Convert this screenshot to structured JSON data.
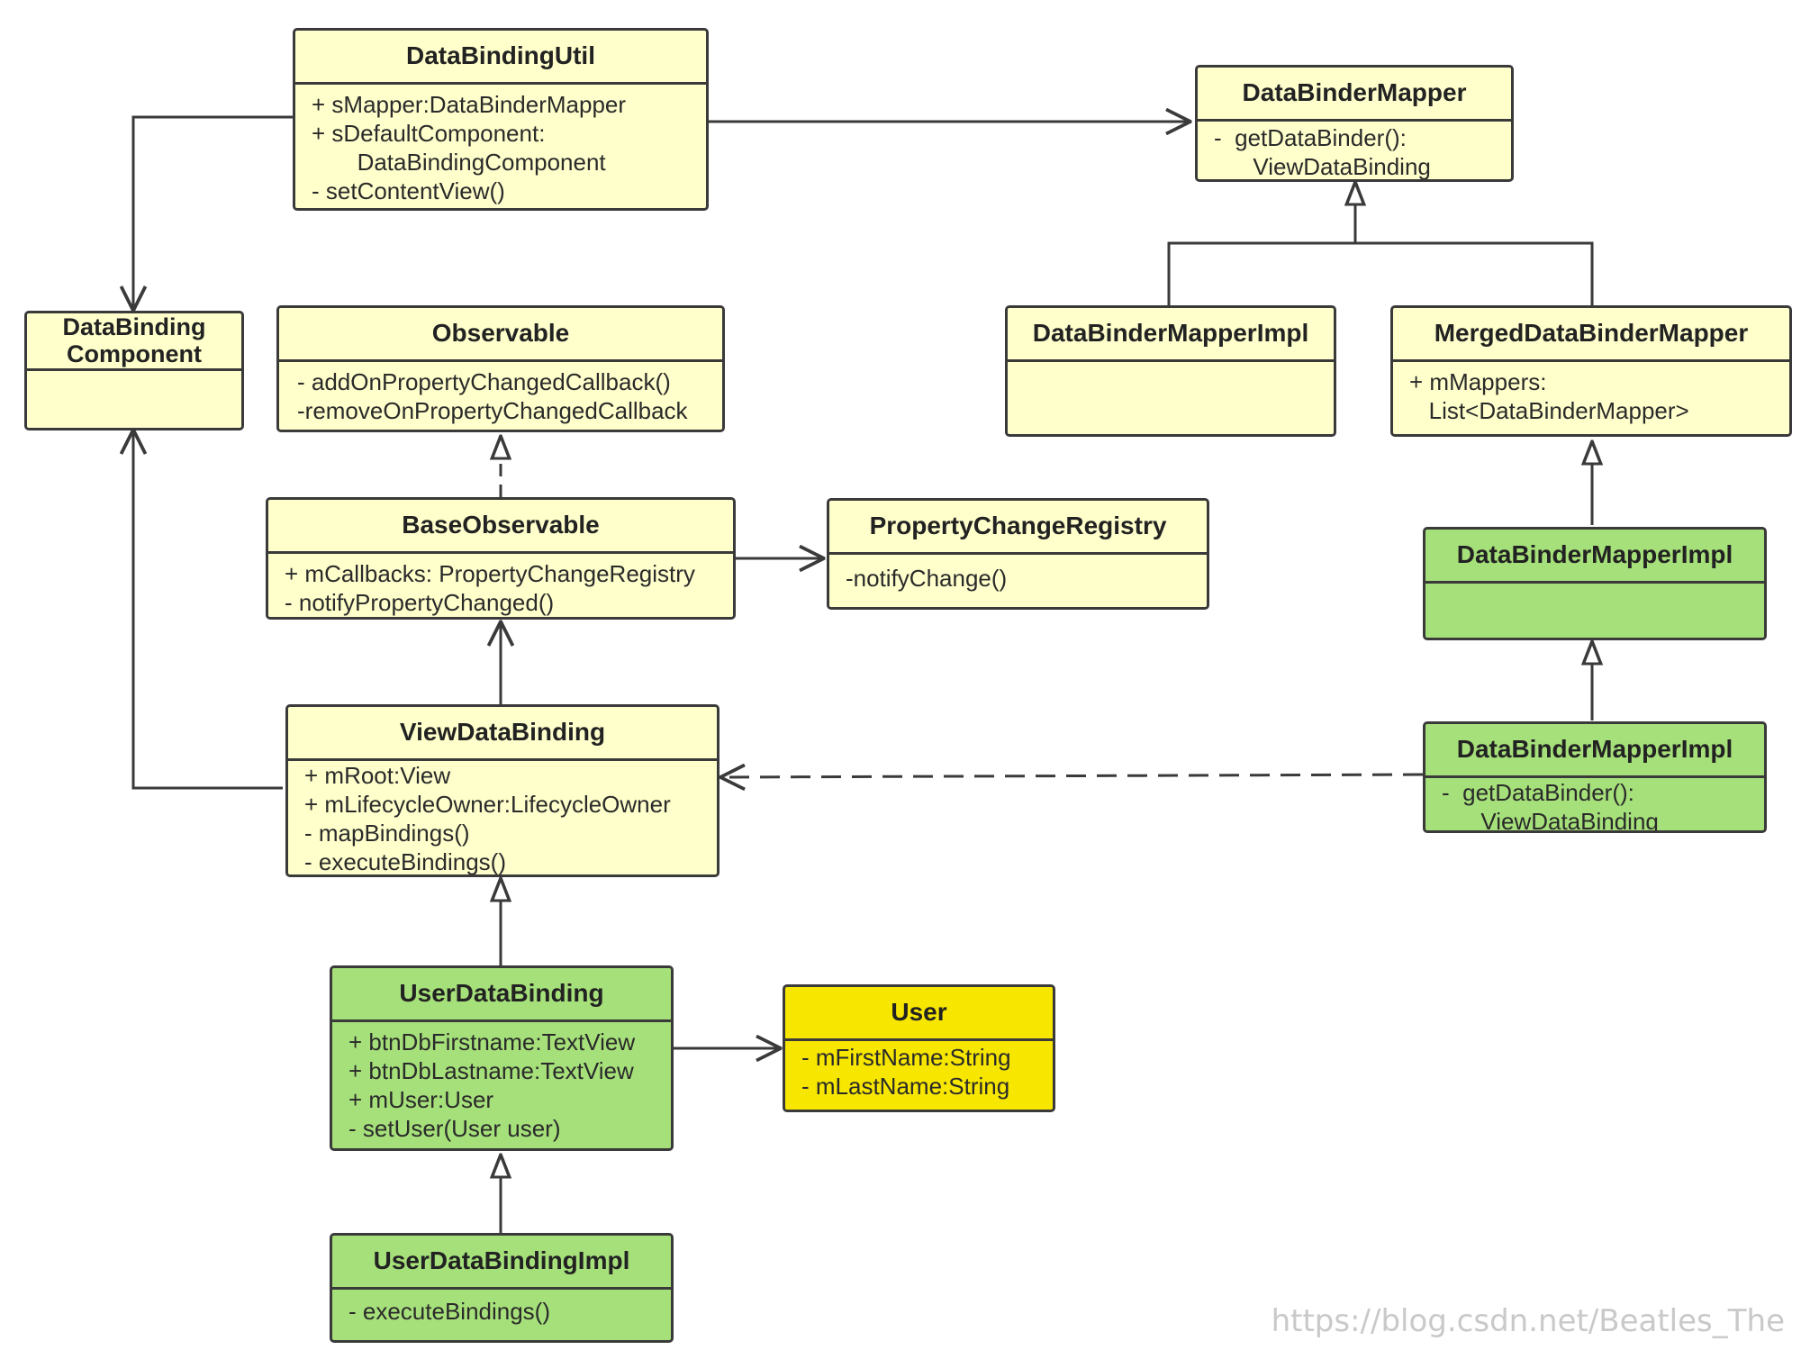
{
  "classes": {
    "databindingutil": {
      "name": "DataBindingUtil",
      "members": [
        "+ sMapper:DataBinderMapper",
        "+ sDefaultComponent:",
        "       DataBindingComponent",
        "- setContentView()"
      ]
    },
    "databindermapper": {
      "name": "DataBinderMapper",
      "members": [
        "-  getDataBinder():",
        "      ViewDataBinding"
      ]
    },
    "databindingcomponent": {
      "name_line1": "DataBinding",
      "name_line2": "Component"
    },
    "observable": {
      "name": "Observable",
      "members": [
        "- addOnPropertyChangedCallback()",
        "-removeOnPropertyChangedCallback"
      ]
    },
    "databindermapperimpl_top": {
      "name": "DataBinderMapperImpl"
    },
    "mergeddatabindermapper": {
      "name": "MergedDataBinderMapper",
      "members": [
        "+ mMappers:",
        "   List<DataBinderMapper>"
      ]
    },
    "baseobservable": {
      "name": "BaseObservable",
      "members": [
        "+ mCallbacks: PropertyChangeRegistry",
        "- notifyPropertyChanged()"
      ]
    },
    "propertychangeregistry": {
      "name": "PropertyChangeRegistry",
      "members": [
        "-notifyChange()"
      ]
    },
    "databindermapperimpl_green": {
      "name": "DataBinderMapperImpl"
    },
    "viewdatabinding": {
      "name": "ViewDataBinding",
      "members": [
        "+ mRoot:View",
        "+ mLifecycleOwner:LifecycleOwner",
        "- mapBindings()",
        "- executeBindings()"
      ]
    },
    "databindermapperimpl_green2": {
      "name": "DataBinderMapperImpl",
      "members": [
        "-  getDataBinder():",
        "      ViewDataBinding"
      ]
    },
    "userdatabinding": {
      "name": "UserDataBinding",
      "members": [
        "+ btnDbFirstname:TextView",
        "+ btnDbLastname:TextView",
        "+ mUser:User",
        "- setUser(User user)"
      ]
    },
    "user": {
      "name": "User",
      "members": [
        "- mFirstName:String",
        "- mLastName:String"
      ]
    },
    "userdatabindingimpl": {
      "name": "UserDataBindingImpl",
      "members": [
        "- executeBindings()"
      ]
    }
  },
  "watermark": "https://blog.csdn.net/Beatles_The",
  "colors": {
    "class_fill": "#ffffcc",
    "generated_fill": "#a6e07a",
    "model_fill": "#f7e600",
    "line": "#3a3a3a"
  }
}
